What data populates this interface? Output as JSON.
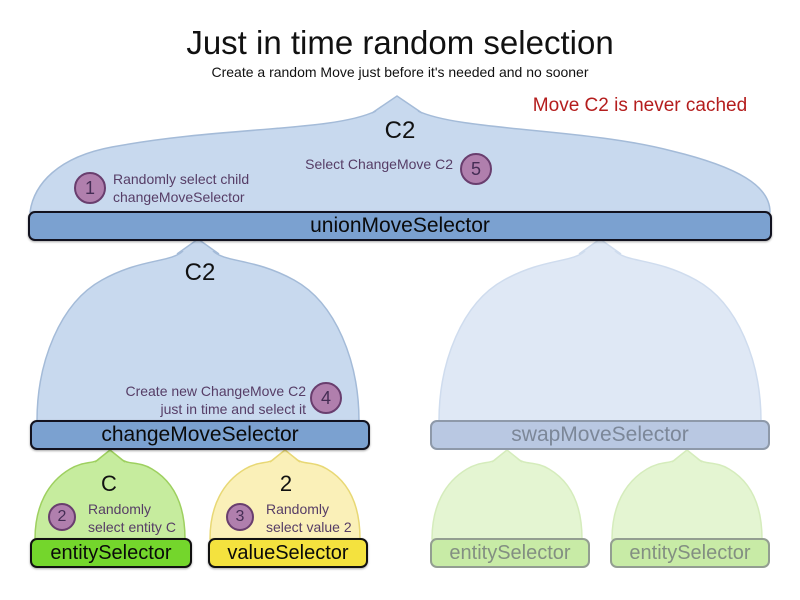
{
  "title": "Just in time random selection",
  "subtitle": "Create a random Move just before it's needed and no sooner",
  "note": "Move C2 is never cached",
  "selectors": {
    "union": {
      "label": "unionMoveSelector",
      "output": "C2"
    },
    "change": {
      "label": "changeMoveSelector",
      "output": "C2"
    },
    "swap": {
      "label": "swapMoveSelector"
    },
    "entity": {
      "label": "entitySelector",
      "output": "C"
    },
    "value": {
      "label": "valueSelector",
      "output": "2"
    },
    "entity_faded_left": {
      "label": "entitySelector"
    },
    "entity_faded_right": {
      "label": "entitySelector"
    }
  },
  "steps": {
    "s1": {
      "num": "1",
      "line1": "Randomly select child",
      "line2": "changeMoveSelector"
    },
    "s2": {
      "num": "2",
      "line1": "Randomly",
      "line2": "select entity C"
    },
    "s3": {
      "num": "3",
      "line1": "Randomly",
      "line2": "select value 2"
    },
    "s4": {
      "num": "4",
      "line1": "Create new ChangeMove C2",
      "line2": "just in time and select it"
    },
    "s5": {
      "num": "5",
      "line1": "Select ChangeMove C2"
    }
  },
  "colors": {
    "accent_red": "#b41d1d",
    "selector_blue": "#7ba1d0",
    "selector_faded_blue": "#b9c8e2",
    "selector_green": "#74d62c",
    "selector_yellow": "#f4e23e",
    "selector_faded_green": "#c8eba6",
    "dome_blue": "#c8d9ee",
    "dome_green": "#c6ec9e",
    "dome_yellow": "#faf0b8",
    "circle_purple": "#b07fad",
    "annotation_purple": "#563d66"
  }
}
